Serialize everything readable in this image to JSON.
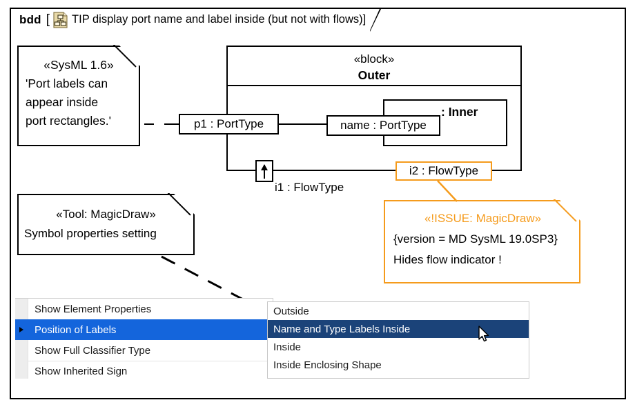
{
  "diagram": {
    "kind": "bdd",
    "bracket_open": "[",
    "icon": "block-definition-diagram-icon",
    "title": "TIP display port name and label inside (but not with flows)]"
  },
  "notes": {
    "sysml": {
      "name": "sysml-spec-note",
      "lines": [
        "«SysML 1.6»",
        "'Port labels can",
        "appear inside",
        "port rectangles.'"
      ]
    },
    "tool": {
      "name": "magicdraw-tool-note",
      "lines": [
        "«Tool: MagicDraw»",
        "Symbol properties setting"
      ]
    },
    "issue": {
      "name": "magicdraw-issue-note",
      "accent_color": "#F59B1C",
      "lines": [
        "«!ISSUE: MagicDraw»",
        "{version = MD SysML 19.0SP3}",
        "Hides flow indicator !"
      ]
    }
  },
  "block": {
    "stereotype": "«block»",
    "name": "Outer",
    "inner_part": ": Inner",
    "ports": {
      "p1": "p1 : PortType",
      "name_port": "name : PortType",
      "i2": "i2 : FlowType"
    },
    "flow": {
      "indicator_icon": "flow-direction-arrow-icon",
      "label": "i1 : FlowType"
    }
  },
  "context_menu": {
    "selected_color": "#1465DC",
    "items": [
      {
        "label": "Show Element Properties",
        "selected": false,
        "has_submenu": false
      },
      {
        "label": "Position of Labels",
        "selected": true,
        "has_submenu": true
      },
      {
        "label": "Show Full Classifier Type",
        "selected": false,
        "has_submenu": false
      },
      {
        "label": "Show Inherited Sign",
        "selected": false,
        "has_submenu": false
      }
    ]
  },
  "submenu": {
    "selected_color": "#1B4379",
    "items": [
      {
        "label": "Outside",
        "selected": false
      },
      {
        "label": "Name and Type Labels Inside",
        "selected": true
      },
      {
        "label": "Inside",
        "selected": false
      },
      {
        "label": "Inside Enclosing Shape",
        "selected": false
      }
    ]
  },
  "cursor": {
    "name": "mouse-pointer"
  }
}
